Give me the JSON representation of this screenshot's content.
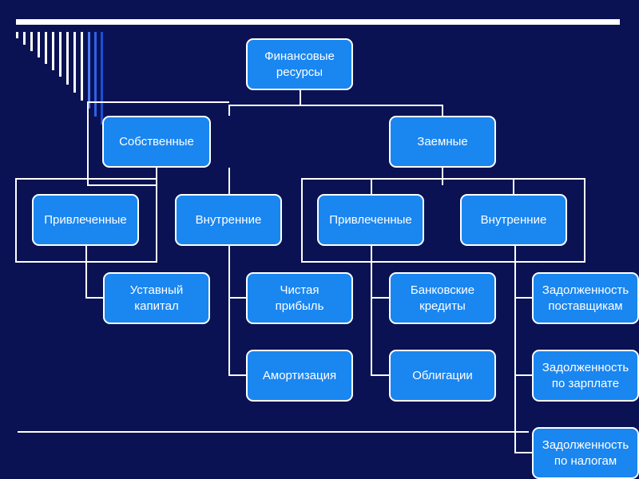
{
  "colors": {
    "background": "#0a1253",
    "node_fill": "#1a86f0",
    "node_border": "#ffffff",
    "connector": "#ffffff"
  },
  "nodes": {
    "root": "Финансовые\nресурсы",
    "own": "Собственные",
    "borrowed": "Заемные",
    "own_attracted": "Привлеченные",
    "own_internal": "Внутренние",
    "borrowed_attracted": "Привлеченные",
    "borrowed_internal": "Внутренние",
    "charter_capital": "Уставный\nкапитал",
    "net_profit": "Чистая\nприбыль",
    "depreciation": "Амортизация",
    "bank_loans": "Банковские\nкредиты",
    "bonds": "Облигации",
    "debt_suppliers": "Задолженность\nпоставщикам",
    "debt_salary": "Задолженность\nпо зарплате",
    "debt_taxes": "Задолженность\nпо налогам"
  }
}
